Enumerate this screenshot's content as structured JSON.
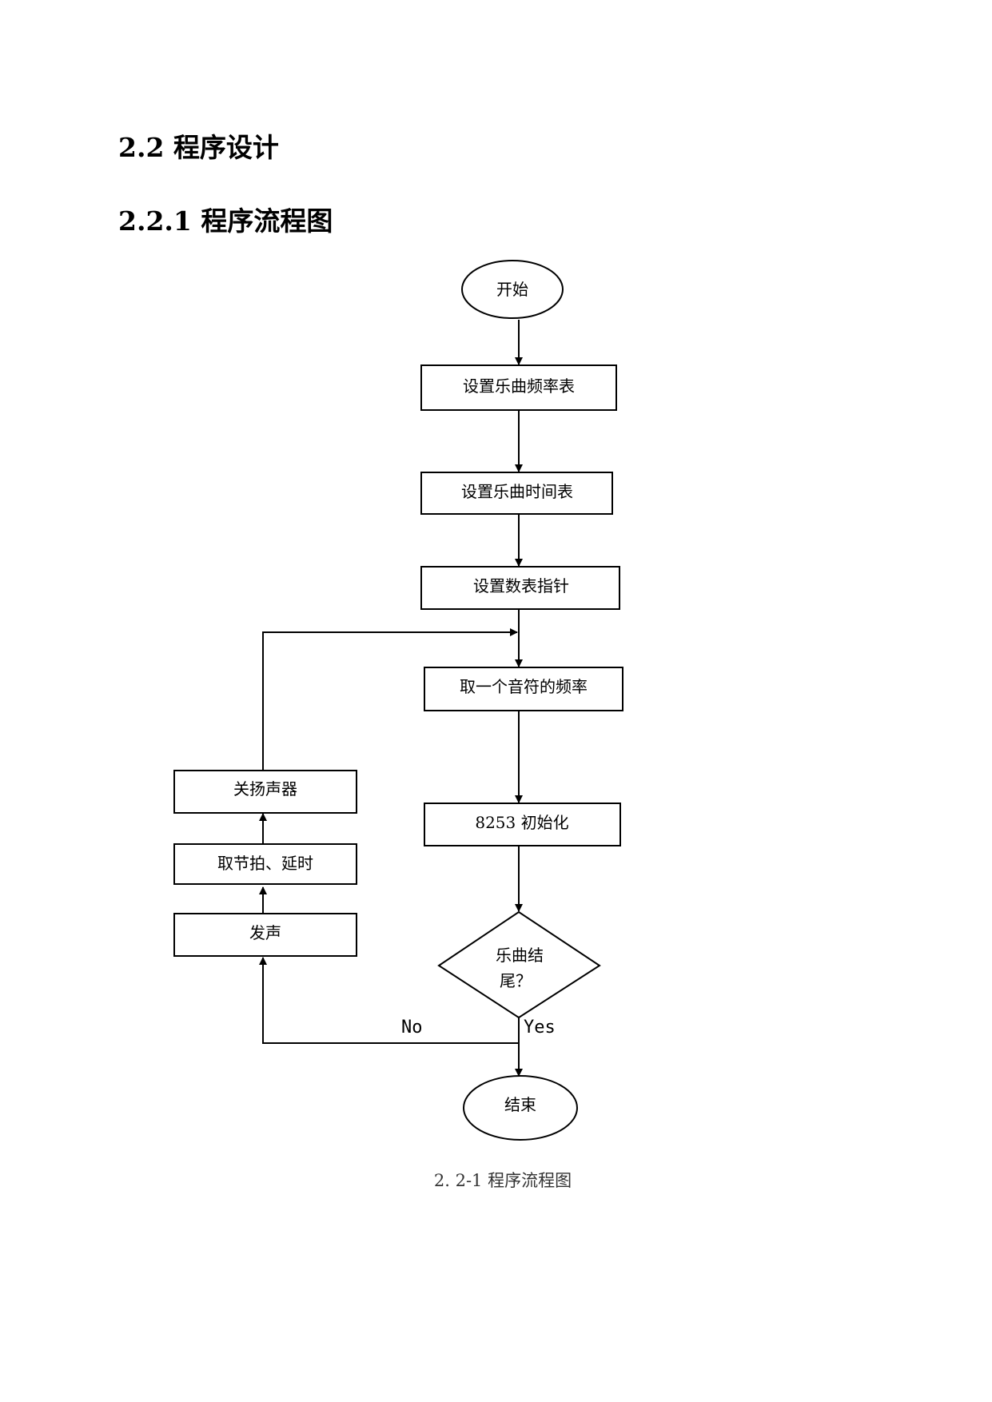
{
  "section_heading": "2.2 程序设计",
  "subsection_heading": "2.2.1 程序流程图",
  "flowchart": {
    "start": "开始",
    "set_freq_table": "设置乐曲频率表",
    "set_time_table": "设置乐曲时间表",
    "set_pointer": "设置数表指针",
    "get_note_freq": "取一个音符的频率",
    "init_8253": "8253 初始化",
    "decision_line1": "乐曲结",
    "decision_line2": "尾？",
    "sound": "发声",
    "beat_delay": "取节拍、延时",
    "speaker_off": "关扬声器",
    "end": "结束",
    "label_no": "No",
    "label_yes": "Yes"
  },
  "caption": "2. 2-1 程序流程图"
}
